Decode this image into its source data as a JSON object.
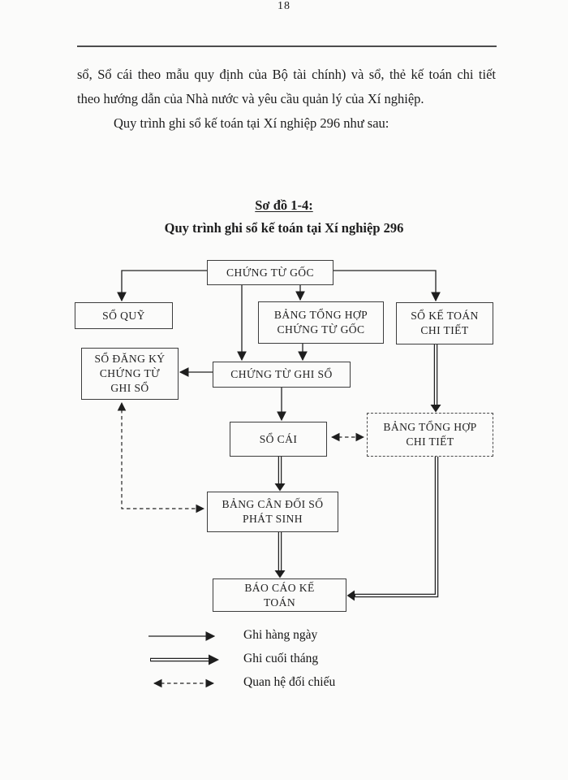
{
  "page": {
    "number": "18"
  },
  "body_text": {
    "line1": "sổ, Sổ cái theo mẫu quy định của Bộ tài chính) và sổ, thẻ kế toán chi tiết",
    "line2": "theo hướng dẫn của Nhà nước và yêu cầu quản lý của Xí nghiệp.",
    "line3": "Quy trình ghi sổ kế toán tại Xí nghiệp 296 như sau:"
  },
  "diagram": {
    "title": "Sơ đồ 1-4:",
    "subtitle": "Quy trình ghi sổ kế toán tại Xí nghiệp 296",
    "nodes": {
      "chung_tu_goc": {
        "label": "CHỨNG TỪ GỐC"
      },
      "so_quy": {
        "label": "SỔ QUỸ"
      },
      "bang_tong_hop_chung_tu_goc": {
        "label": "BẢNG TỔNG HỢP\nCHỨNG TỪ GỐC"
      },
      "so_ke_toan_chi_tiet": {
        "label": "SỔ KẾ TOÁN\nCHI TIẾT"
      },
      "so_dang_ky_chung_tu_ghi_so": {
        "label": "SỔ ĐĂNG KÝ\nCHỨNG TỪ\nGHI SỔ"
      },
      "chung_tu_ghi_so": {
        "label": "CHỨNG TỪ GHI  SỔ"
      },
      "so_cai": {
        "label": "SỔ CÁI"
      },
      "bang_tong_hop_chi_tiet": {
        "label": "BẢNG TỔNG HỢP\nCHI TIẾT"
      },
      "bang_can_doi_so_phat_sinh": {
        "label": "BẢNG CÂN ĐỐI SỐ\nPHÁT SINH"
      },
      "bao_cao_ke_toan": {
        "label": "BÁO CÁO KẾ\nTOÁN"
      }
    },
    "legend": {
      "items": [
        {
          "type": "solid-arrow",
          "label": "Ghi hàng ngày"
        },
        {
          "type": "double-arrow",
          "label": "Ghi cuối tháng"
        },
        {
          "type": "dashed-arrow",
          "label": "Quan hệ đối chiếu"
        }
      ]
    }
  },
  "colors": {
    "ink": "#1d1d1d",
    "line": "#222222",
    "background": "#fbfbfa"
  }
}
